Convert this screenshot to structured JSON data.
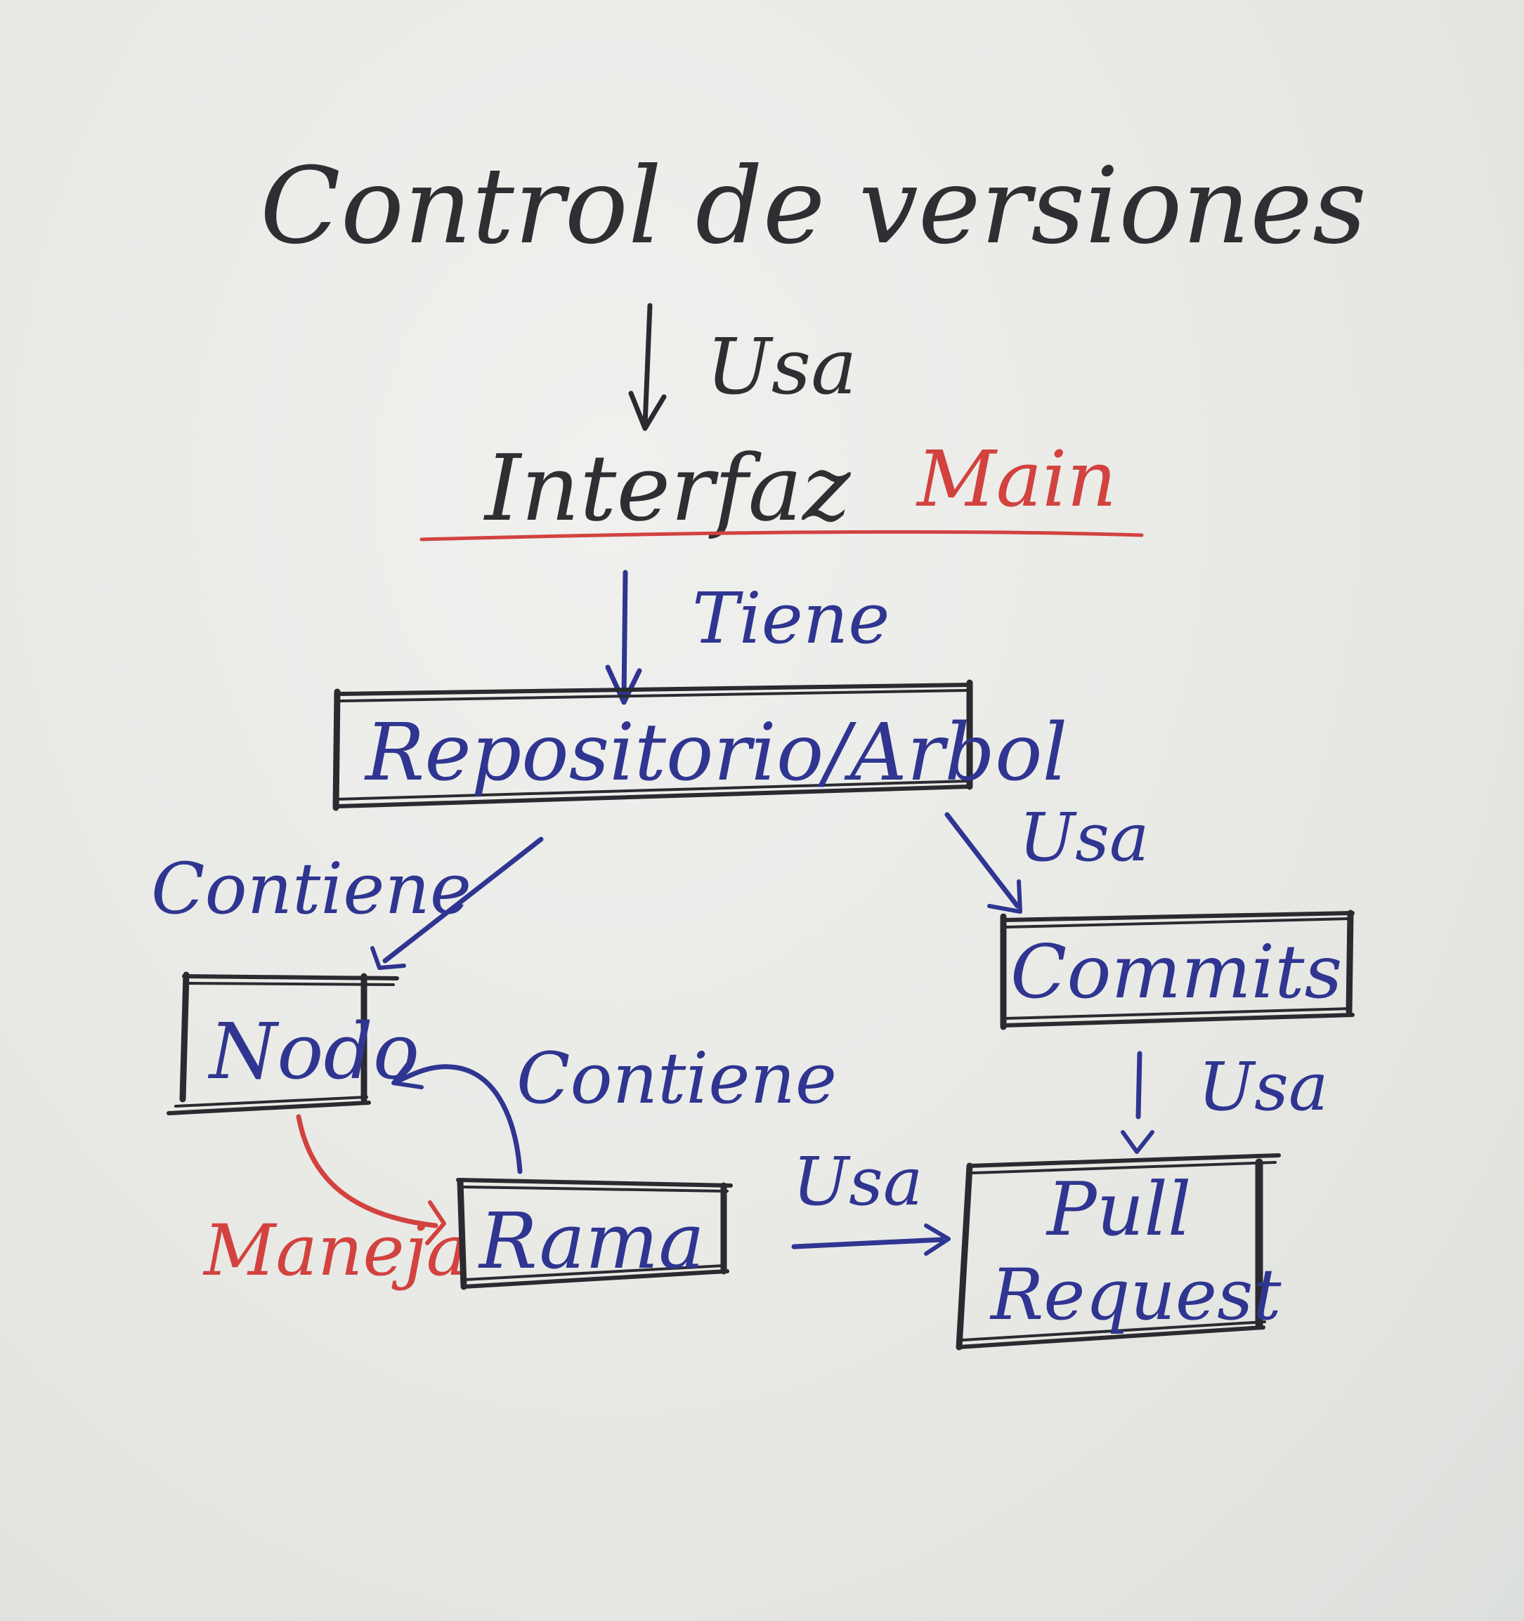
{
  "title": "Control de versiones",
  "interface": {
    "label": "Interfaz",
    "branch": "Main"
  },
  "nodes": {
    "repositorio": "Repositorio/Arbol",
    "commits": "Commits",
    "nodo": "Nodo",
    "rama": "Rama",
    "pull_request_line1": "Pull",
    "pull_request_line2": "Request"
  },
  "edges": {
    "title_to_interface": "Usa",
    "interface_to_repo": "Tiene",
    "repo_to_nodo": "Contiene",
    "repo_to_commits": "Usa",
    "commits_to_pr": "Usa",
    "rama_to_nodo": "Contiene",
    "nodo_to_rama": "Maneja",
    "rama_to_pr": "Usa"
  },
  "colors": {
    "black_ink": "#2f2e33",
    "blue_ink": "#2f3590",
    "red_ink": "#d2423f",
    "paper": "#e8e9e5"
  }
}
